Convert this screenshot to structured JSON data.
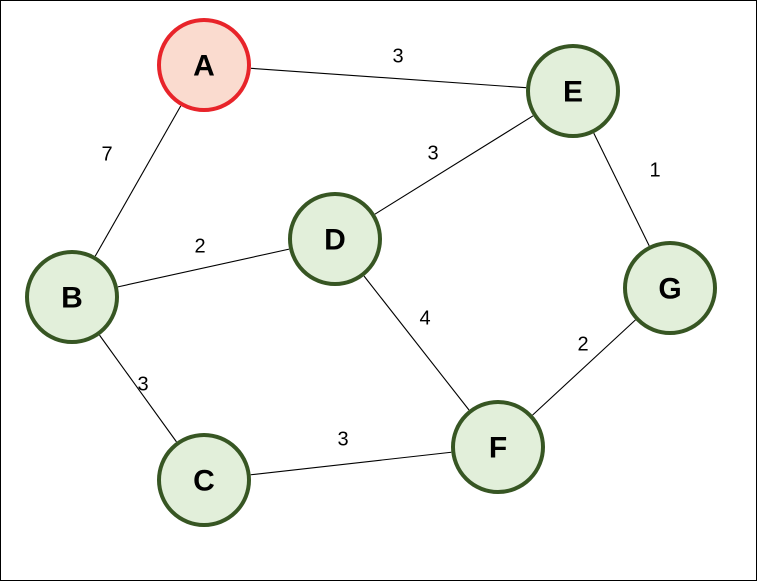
{
  "graph": {
    "colors": {
      "start_fill": "#FADBCF",
      "start_stroke": "#E8242A",
      "node_fill": "#E2EFDA",
      "node_stroke": "#375623",
      "edge": "#000000"
    },
    "nodes": [
      {
        "id": "A",
        "label": "A",
        "start": true
      },
      {
        "id": "B",
        "label": "B",
        "start": false
      },
      {
        "id": "C",
        "label": "C",
        "start": false
      },
      {
        "id": "D",
        "label": "D",
        "start": false
      },
      {
        "id": "E",
        "label": "E",
        "start": false
      },
      {
        "id": "F",
        "label": "F",
        "start": false
      },
      {
        "id": "G",
        "label": "G",
        "start": false
      }
    ],
    "edges": [
      {
        "from": "A",
        "to": "E",
        "weight": "3"
      },
      {
        "from": "A",
        "to": "B",
        "weight": "7"
      },
      {
        "from": "D",
        "to": "E",
        "weight": "3"
      },
      {
        "from": "E",
        "to": "G",
        "weight": "1"
      },
      {
        "from": "B",
        "to": "D",
        "weight": "2"
      },
      {
        "from": "D",
        "to": "F",
        "weight": "4"
      },
      {
        "from": "G",
        "to": "F",
        "weight": "2"
      },
      {
        "from": "B",
        "to": "C",
        "weight": "3"
      },
      {
        "from": "C",
        "to": "F",
        "weight": "3"
      }
    ]
  }
}
